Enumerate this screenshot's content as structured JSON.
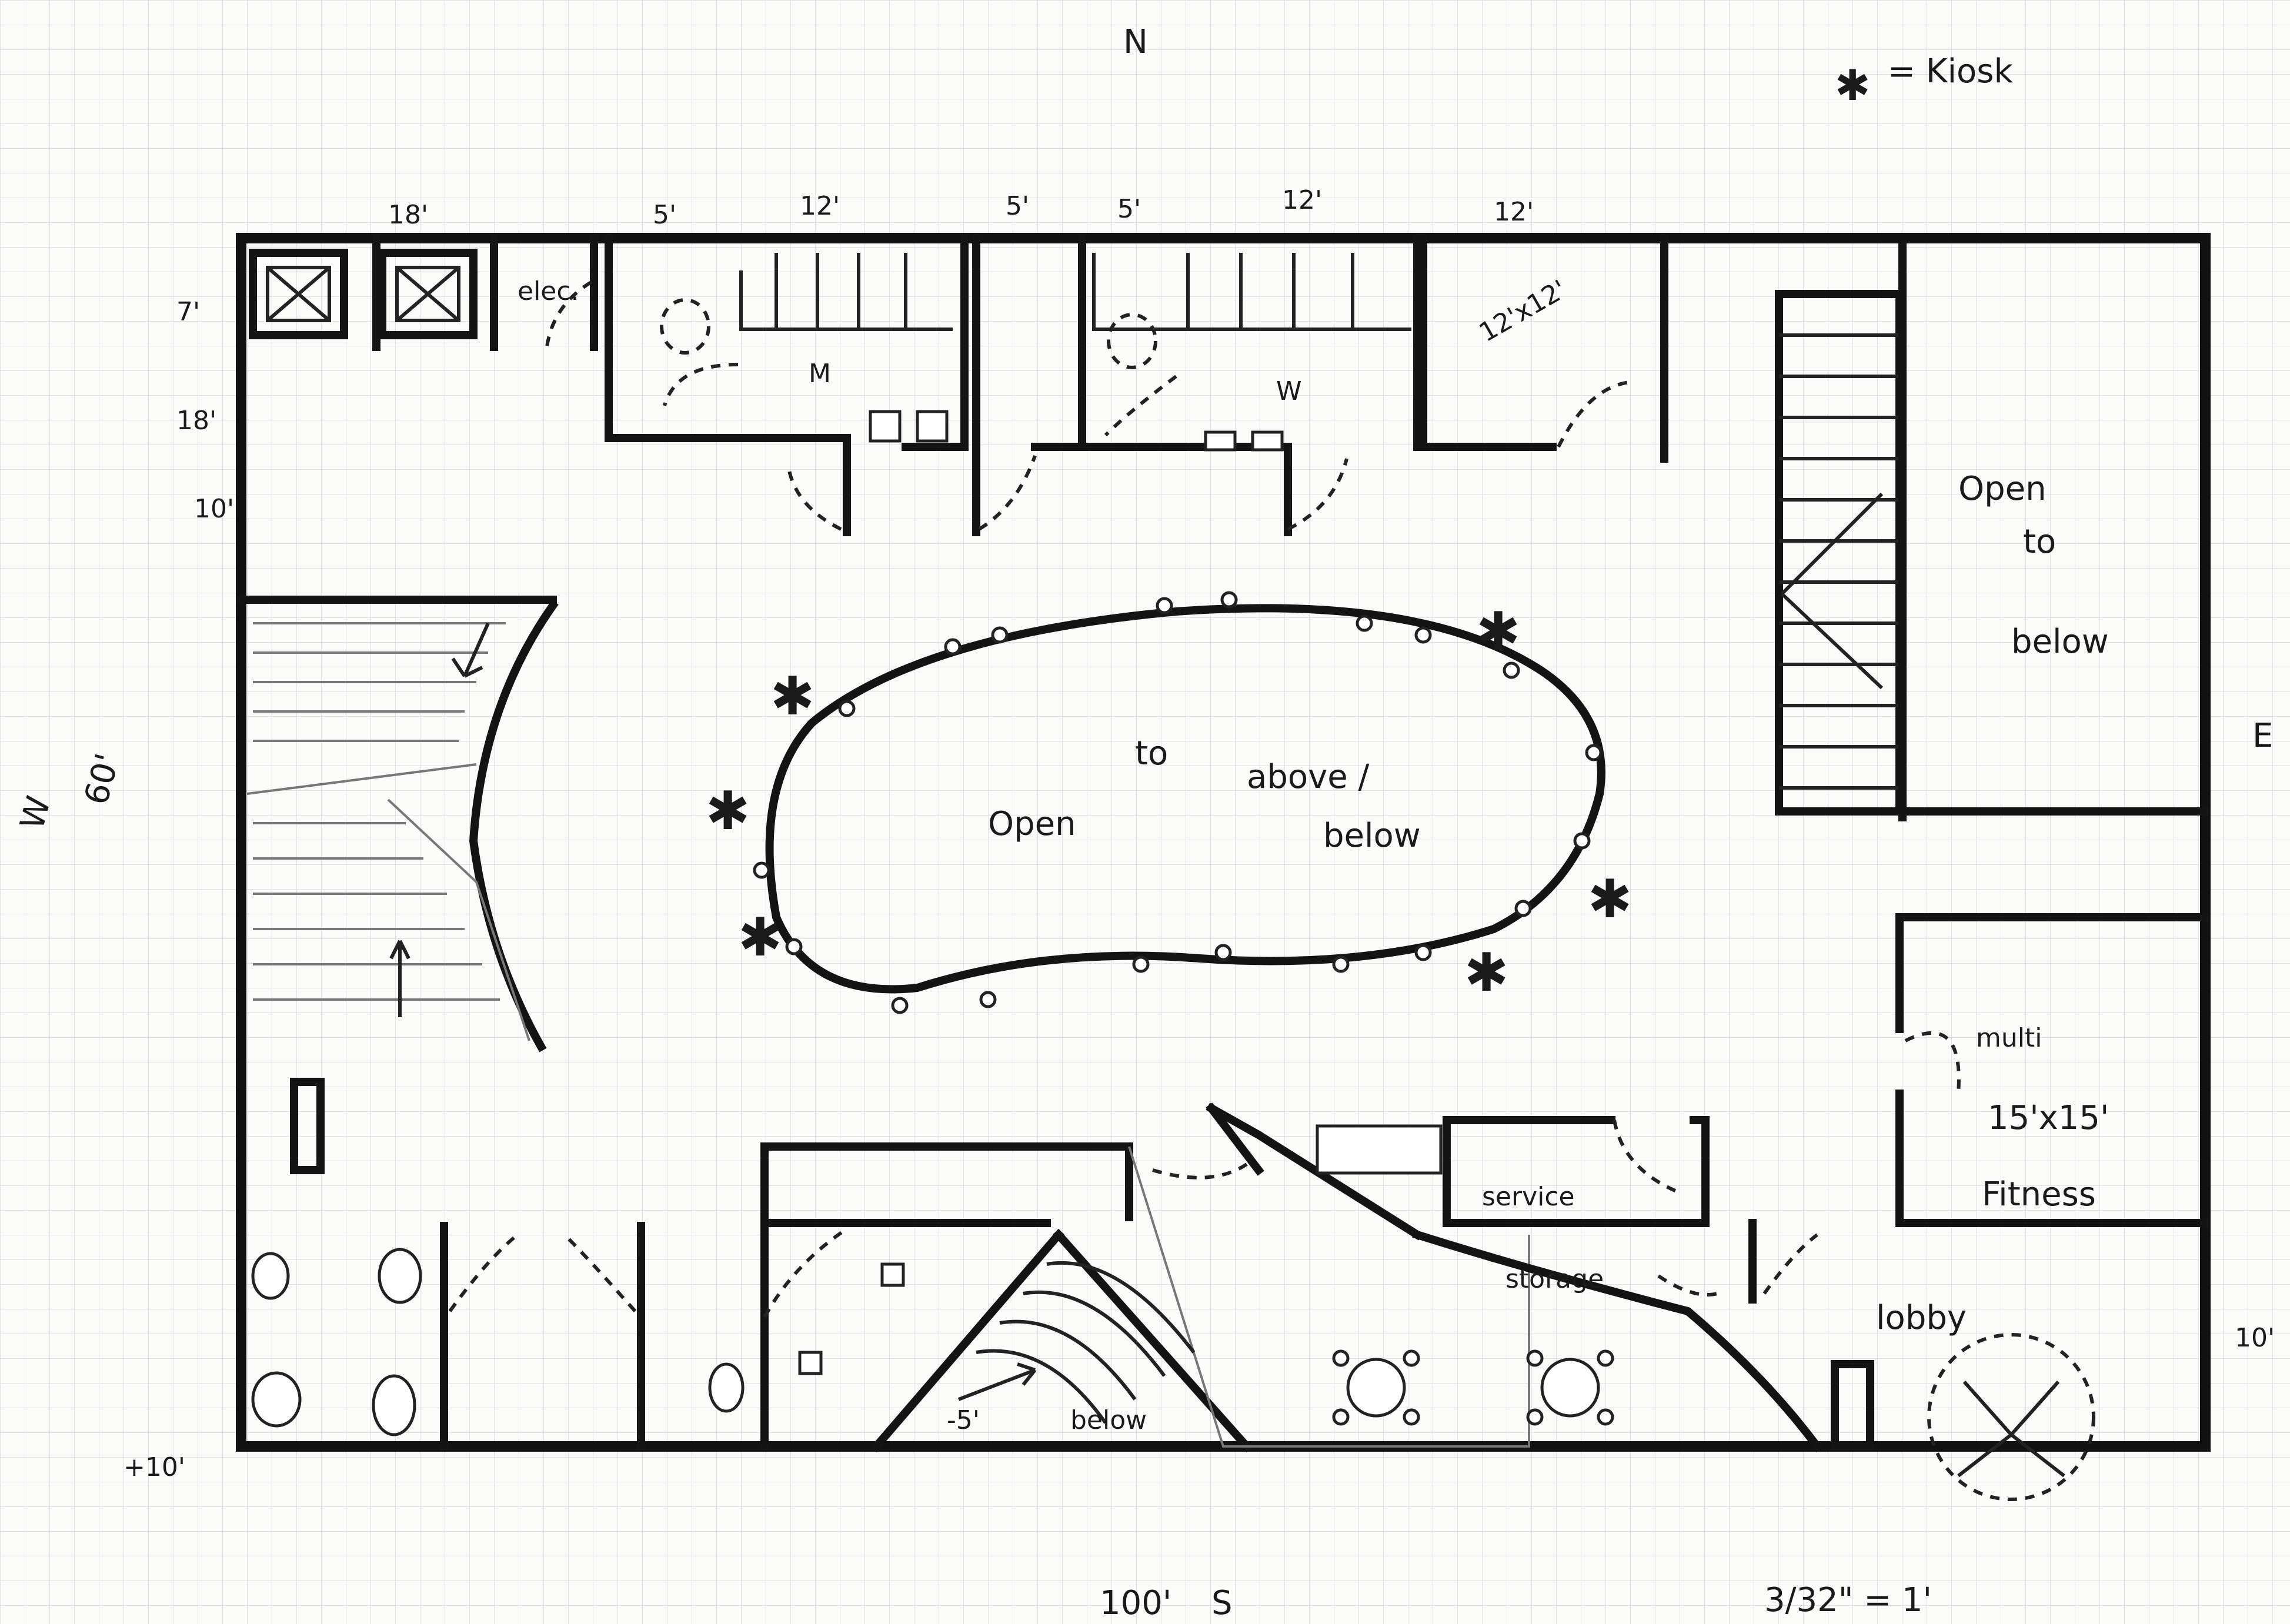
{
  "compass": {
    "north": "N",
    "south": "S",
    "east": "E",
    "west": "W"
  },
  "legend": {
    "symbol": "✱",
    "text": "= Kiosk"
  },
  "scale_note": "3/32\" = 1'",
  "dimensions": {
    "overall_width": "100'",
    "overall_depth": "60'",
    "top_18": "18'",
    "top_5a": "5'",
    "top_12a": "12'",
    "top_5b": "5'",
    "top_5c": "5'",
    "top_12b": "12'",
    "top_12c": "12'",
    "left_7": "7'",
    "left_18": "18'",
    "left_10": "10'",
    "right_10": "10'",
    "bottom_left_10": "+10'"
  },
  "rooms": {
    "elec": "elec.",
    "mens": "M",
    "womens": "W",
    "office_size": "12'x12'",
    "service": "service",
    "storage": "storage",
    "lobby": "lobby",
    "multi": "multi",
    "fitness_size": "15'x15'",
    "fitness": "Fitness"
  },
  "atrium": {
    "line1": "Open",
    "line2": "to",
    "line3": "above /",
    "line4": "below"
  },
  "open_below": {
    "line1": "Open",
    "line2": "to",
    "line3": "below"
  },
  "stair_notes": {
    "down": "-5'",
    "below": "below"
  }
}
